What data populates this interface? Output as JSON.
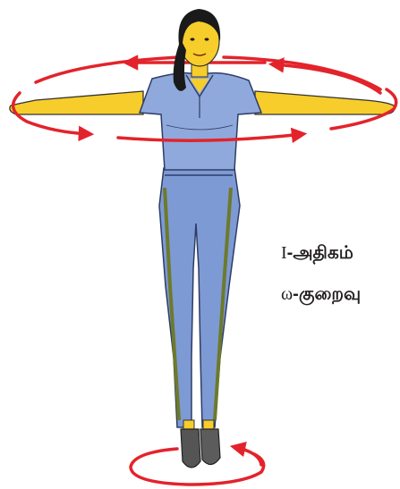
{
  "labels": {
    "inertia_symbol": "I",
    "inertia_text": "-அதிகம்",
    "omega_symbol": "ω",
    "omega_text": "-குறைவு"
  },
  "colors": {
    "rotation_arrows": "#e3232b",
    "shirt": "#8fa9dc",
    "pants": "#7d9ad4",
    "skin": "#f7cd2b",
    "hair": "#1a1a1a",
    "shoes": "#555555",
    "text": "#231f20"
  }
}
